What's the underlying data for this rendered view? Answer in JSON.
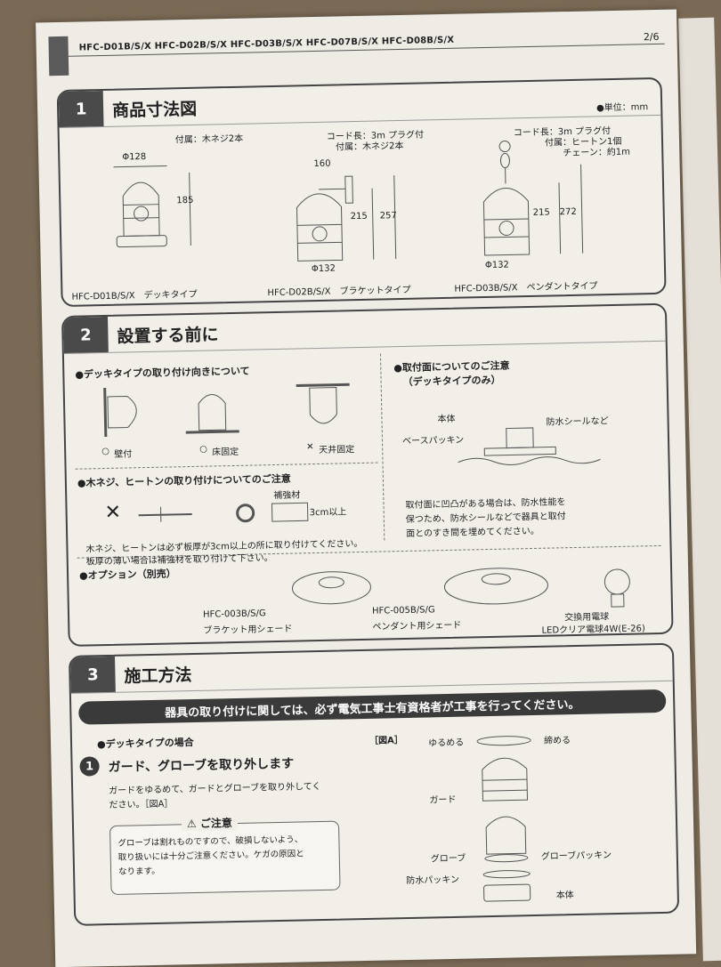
{
  "header": {
    "models": "HFC-D01B/S/X   HFC-D02B/S/X   HFC-D03B/S/X   HFC-D07B/S/X   HFC-D08B/S/X",
    "page": "2/6"
  },
  "section1": {
    "num": "1",
    "title": "商品寸法図",
    "unit": "●単位：mm",
    "deck": {
      "accessory": "付属：木ネジ2本",
      "width": "Φ128",
      "height": "185",
      "model": "HFC-D01B/S/X　デッキタイプ"
    },
    "bracket": {
      "cord": "コード長：3m プラグ付",
      "accessory": "付属：木ネジ2本",
      "depth": "160",
      "h1": "215",
      "h2": "257",
      "width": "Φ132",
      "model": "HFC-D02B/S/X　ブラケットタイプ"
    },
    "pendant": {
      "cord": "コード長：3m プラグ付",
      "accessory": "付属：ヒートン1個",
      "chain": "チェーン：約1m",
      "h1": "215",
      "h2": "272",
      "width": "Φ132",
      "model": "HFC-D03B/S/X　ペンダントタイプ"
    }
  },
  "section2": {
    "num": "2",
    "title": "設置する前に",
    "orientation_title": "●デッキタイプの取り付け向きについて",
    "wall": "壁付",
    "floor": "床固定",
    "ceiling": "天井固定",
    "mount_title": "●取付面についてのご注意",
    "mount_sub": "（デッキタイプのみ）",
    "body": "本体",
    "waterproof_seal": "防水シールなど",
    "base_packing": "ベースパッキン",
    "mount_note_1": "取付面に凹凸がある場合は、防水性能を",
    "mount_note_2": "保つため、防水シールなどで器具と取付",
    "mount_note_3": "面とのすき間を埋めてください。",
    "screw_title": "●木ネジ、ヒートンの取り付けについてのご注意",
    "reinforce": "補強材",
    "thickness": "3cm以上",
    "screw_note_1": "木ネジ、ヒートンは必ず板厚が3cm以上の所に取り付けてください。",
    "screw_note_2": "板厚の薄い場合は補強材を取り付けて下さい。",
    "option_title": "●オプション（別売）",
    "opt1_model": "HFC-003B/S/G",
    "opt1_name": "ブラケット用シェード",
    "opt2_model": "HFC-005B/S/G",
    "opt2_name": "ペンダント用シェード",
    "opt3_model": "交換用電球",
    "opt3_name": "LEDクリア電球4W(E-26)"
  },
  "section3": {
    "num": "3",
    "title": "施工方法",
    "banner": "器具の取り付けに関しては、必ず電気工事士有資格者が工事を行ってください。",
    "deck_case": "●デッキタイプの場合",
    "step_num": "1",
    "step_title": "ガード、グローブを取り外します",
    "step_desc_1": "ガードをゆるめて、ガードとグローブを取り外してく",
    "step_desc_2": "ださい。［図A］",
    "caution_title": "⚠ ご注意",
    "caution_1": "グローブは割れものですので、破損しないよう、",
    "caution_2": "取り扱いには十分ご注意ください。ケガの原因と",
    "caution_3": "なります。",
    "fig_label": "［図A］",
    "loosen": "ゆるめる",
    "tighten": "締める",
    "guard": "ガード",
    "globe": "グローブ",
    "globe_packing": "グローブパッキン",
    "waterproof_packing": "防水パッキン",
    "body": "本体"
  }
}
